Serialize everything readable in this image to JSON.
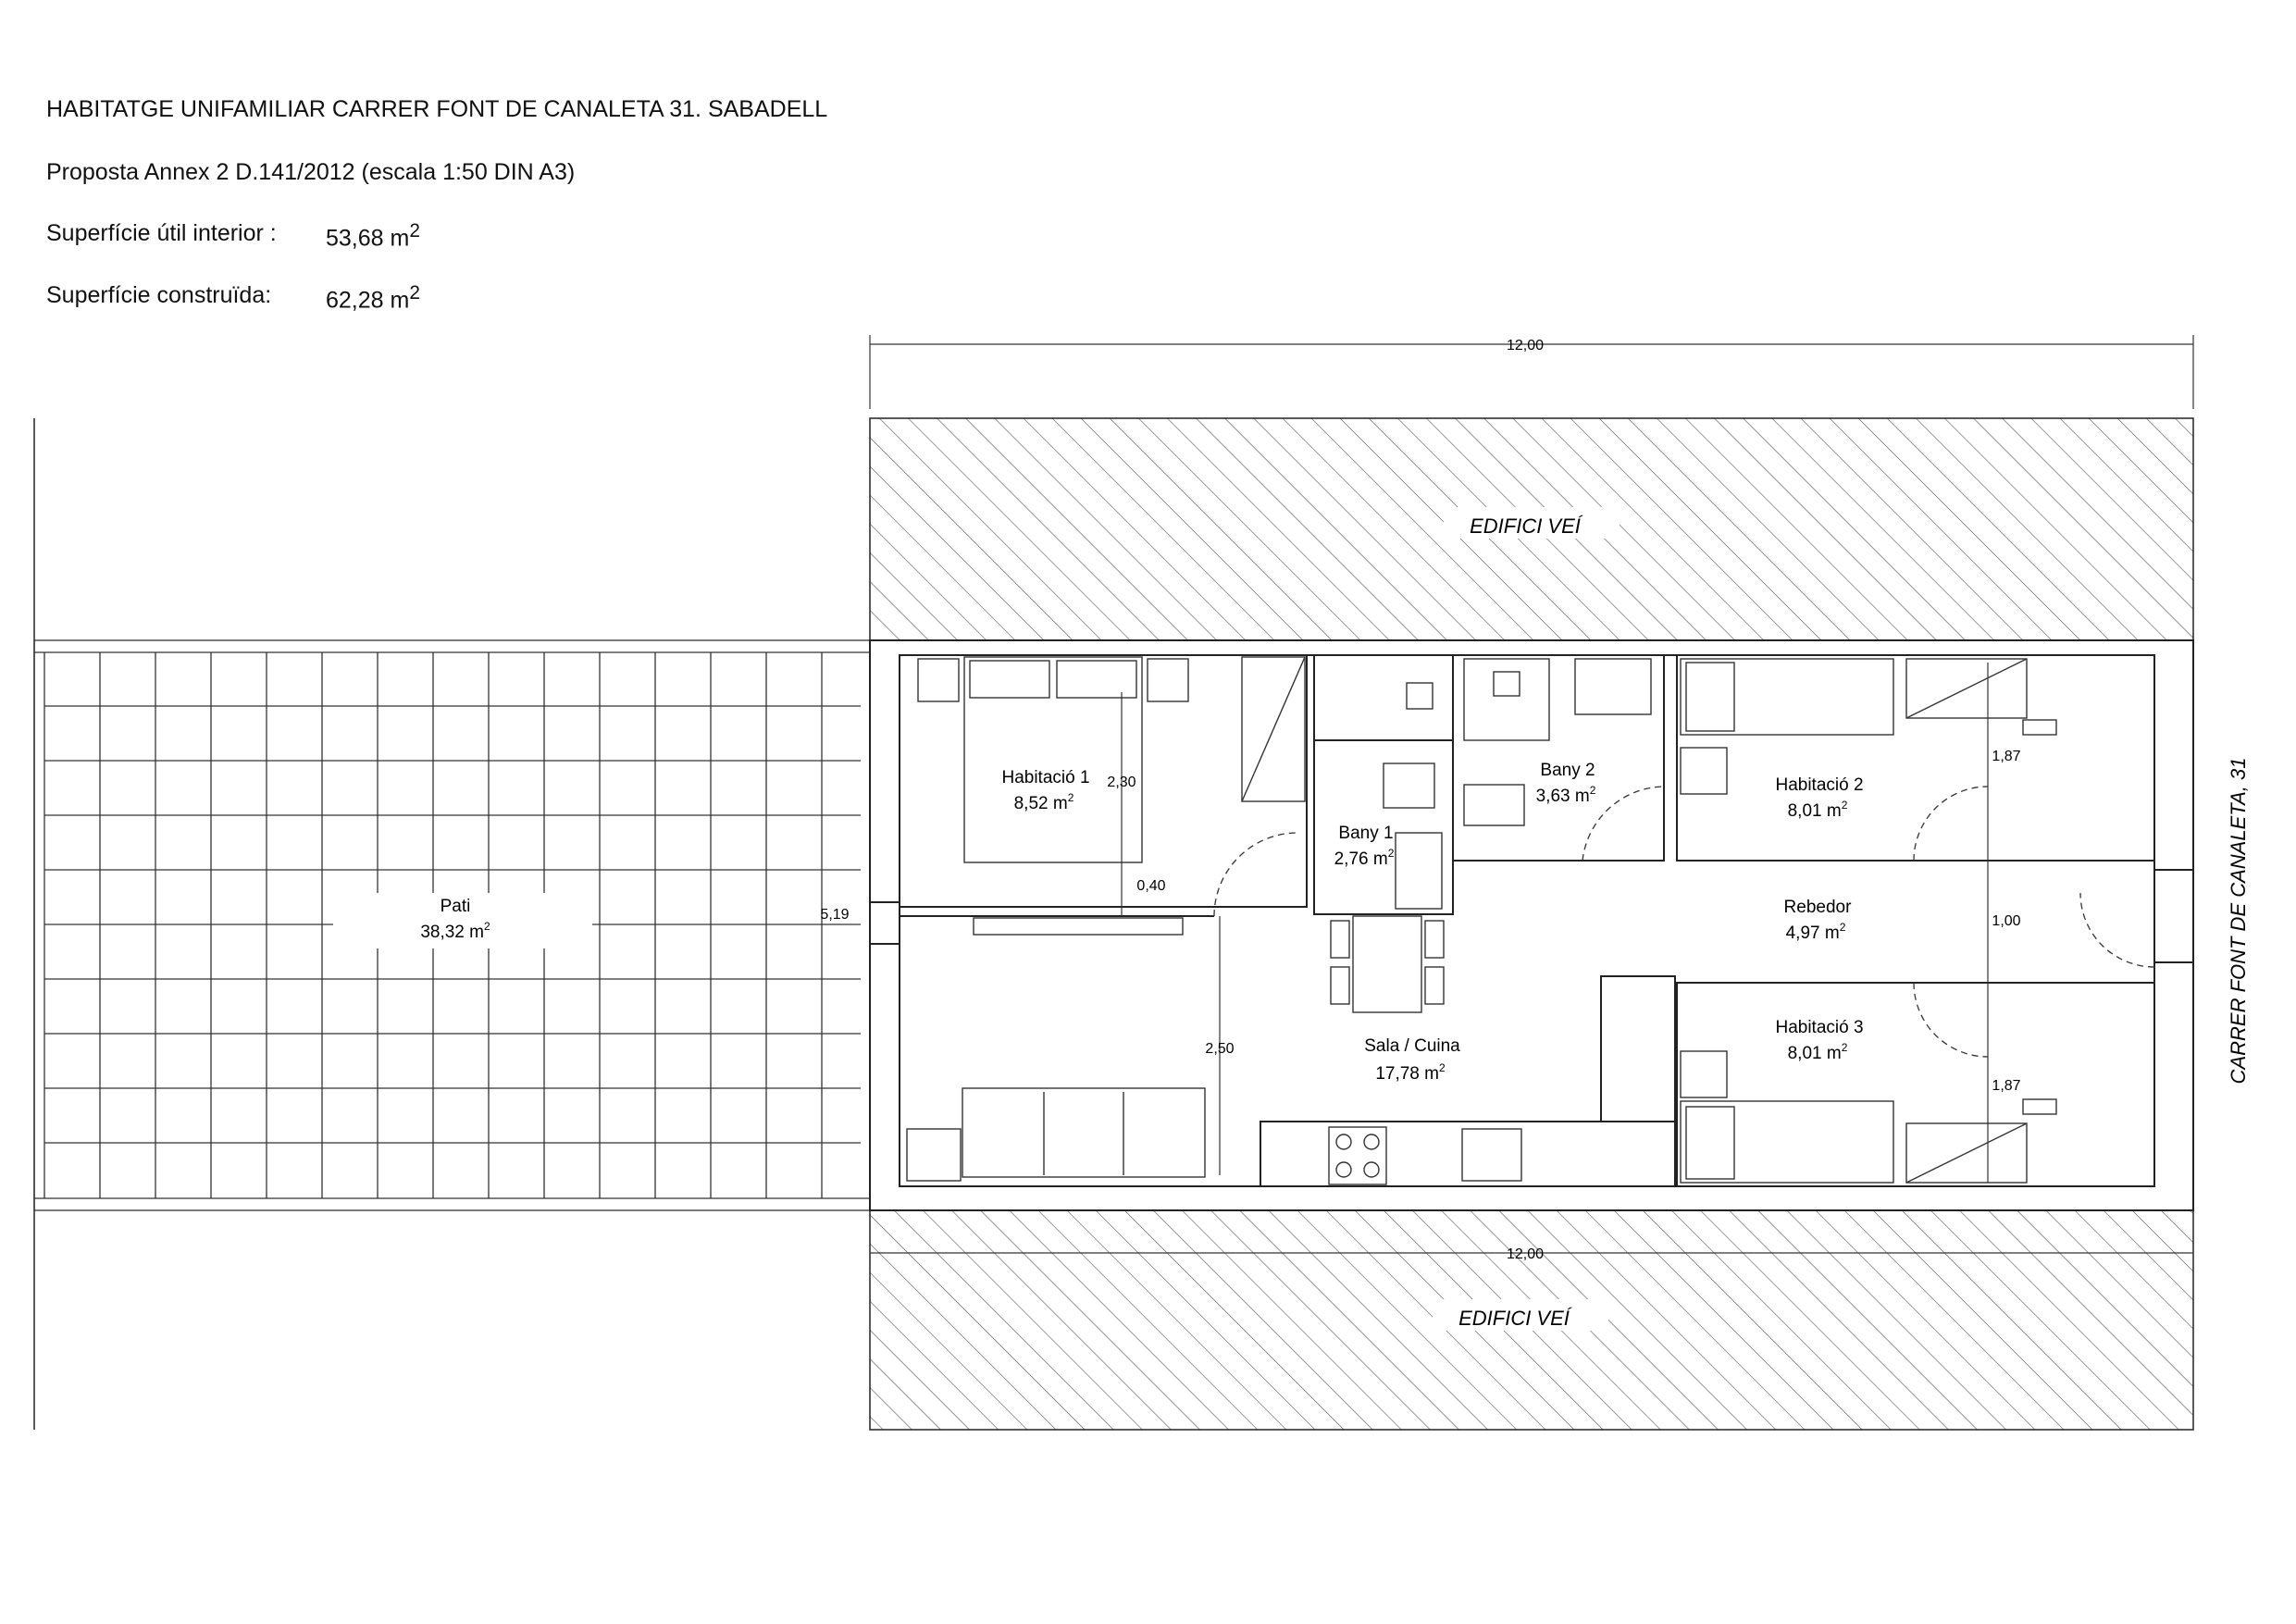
{
  "header": {
    "title": "HABITATGE UNIFAMILIAR CARRER FONT DE CANALETA 31. SABADELL",
    "proposal": "Proposta Annex 2 D.141/2012 (escala 1:50 DIN A3)",
    "useful_label": "Superfície útil interior :",
    "useful_value": "53,68 m",
    "built_label": "Superfície construïda:",
    "built_value": "62,28 m",
    "sup": "2"
  },
  "labels": {
    "neighbor_top": "EDIFICI VEÍ",
    "neighbor_bottom": "EDIFICI VEÍ",
    "street": "CARRER FONT DE CANALETA, 31"
  },
  "rooms": {
    "pati": {
      "name": "Pati",
      "area": "38,32 m"
    },
    "hab1": {
      "name": "Habitació 1",
      "area": "8,52 m"
    },
    "bany1": {
      "name": "Bany 1",
      "area": "2,76 m"
    },
    "bany2": {
      "name": "Bany 2",
      "area": "3,63 m"
    },
    "hab2": {
      "name": "Habitació 2",
      "area": "8,01 m"
    },
    "rebedor": {
      "name": "Rebedor",
      "area": "4,97 m"
    },
    "sala": {
      "name": "Sala / Cuina",
      "area": "17,78 m"
    },
    "hab3": {
      "name": "Habitació 3",
      "area": "8,01 m"
    }
  },
  "dimensions": {
    "top": "12,00",
    "bottom": "12,00",
    "depth": "5,19",
    "hab1": "2,30",
    "wall": "0,40",
    "sala": "2,50",
    "hab2": "1,87",
    "corridor": "1,00",
    "hab3": "1,87"
  },
  "colors": {
    "line": "#222222",
    "hatch": "#555555",
    "background": "#ffffff"
  }
}
